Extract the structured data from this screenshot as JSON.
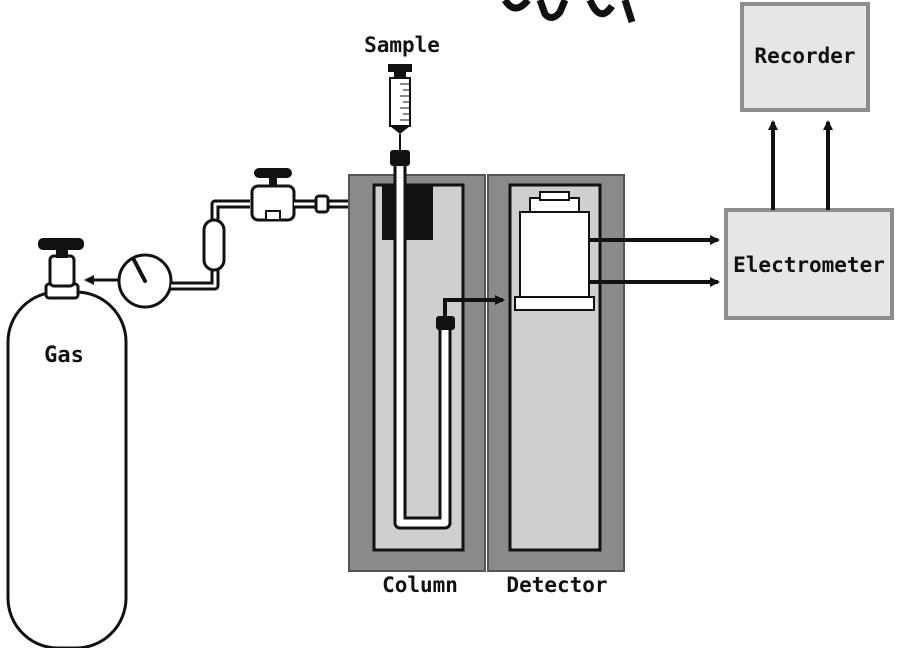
{
  "labels": {
    "sample": "Sample",
    "recorder": "Recorder",
    "electrometer": "Electrometer",
    "gas": "Gas",
    "column": "Column",
    "detector": "Detector"
  },
  "colors": {
    "outline": "#111111",
    "oven_dark": "#8a8a8a",
    "oven_light": "#cfcfcf",
    "box_fill": "#e6e6e6",
    "box_border": "#8c8c8c",
    "injector_block": "#111111"
  }
}
